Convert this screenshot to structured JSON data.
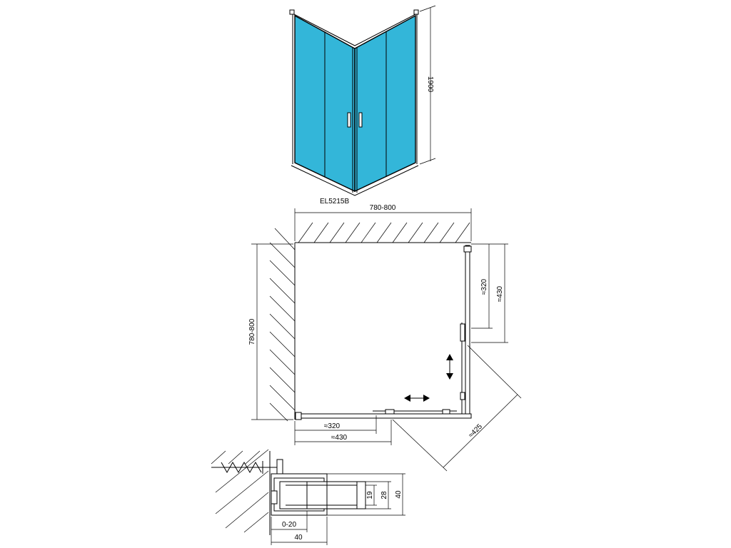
{
  "drawing": {
    "model_code": "EL5215B",
    "height_label": "1900",
    "plan": {
      "top_width_label": "780-800",
      "left_height_label": "780-800",
      "right_inner_label": "≈320",
      "right_outer_label": "≈430",
      "bottom_inner_label": "≈320",
      "bottom_outer_label": "≈430",
      "diagonal_label": "≈425"
    },
    "detail": {
      "dim_19": "19",
      "dim_28": "28",
      "dim_40_vertical": "40",
      "dim_0_20": "0-20",
      "dim_40_horizontal": "40"
    }
  },
  "colors": {
    "glass": "#33B6D9",
    "line": "#000000"
  }
}
